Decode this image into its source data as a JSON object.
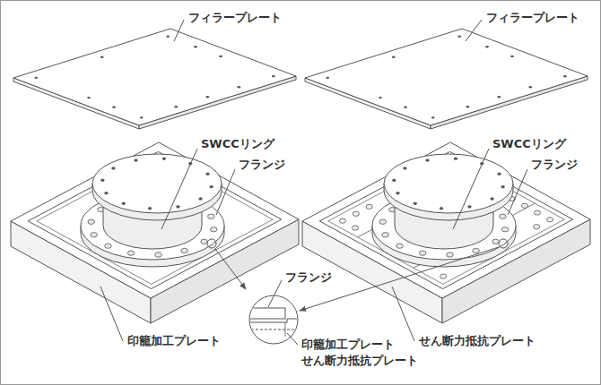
{
  "diagram": {
    "labels": [
      "フィラープレート",
      "フィラープレート",
      "SWCCリング",
      "フランジ",
      "SWCCリング",
      "フランジ",
      "フランジ",
      "印籠加工プレート",
      "印籠加工プレート",
      "せん断力抵抗プレート",
      "せん断力抵抗プレート"
    ]
  }
}
